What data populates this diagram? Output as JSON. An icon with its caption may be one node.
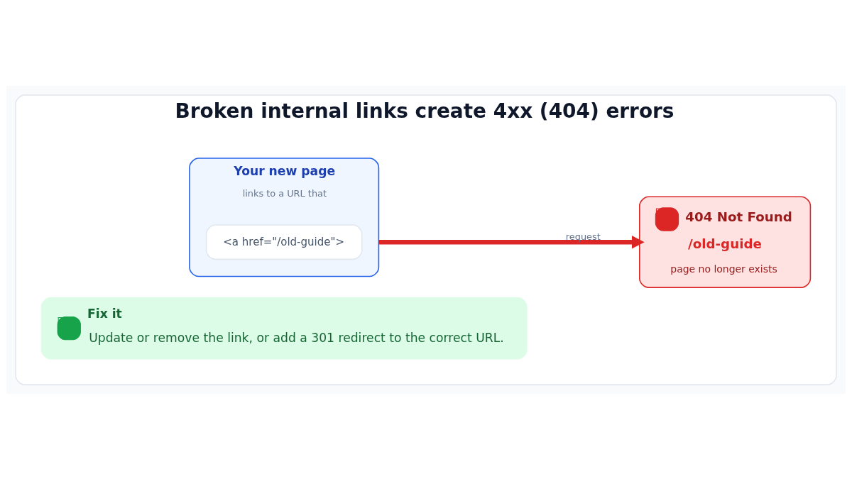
{
  "diagram": {
    "nodes": [
      {
        "text": [
          "Broken internal links create 4xx (404) errors"
        ]
      },
      {
        "text": [
          "Your new page",
          "links to a URL that"
        ],
        "in": 0
      },
      {
        "text": [
          "<a href=\"/old-guide\">"
        ],
        "in": 1
      },
      {
        "text": [
          "404 Not Found",
          "/old-guide",
          "page no longer exists"
        ],
        "in": 0
      },
      {
        "text": [
          "Fix it",
          "Update or remove the link, or add a 301 redirect to the correct URL."
        ],
        "in": 0
      }
    ],
    "edges": [
      {
        "from": 1,
        "to": 3,
        "arrow": "to",
        "label": "request",
        "color": "#dc2626"
      }
    ]
  }
}
